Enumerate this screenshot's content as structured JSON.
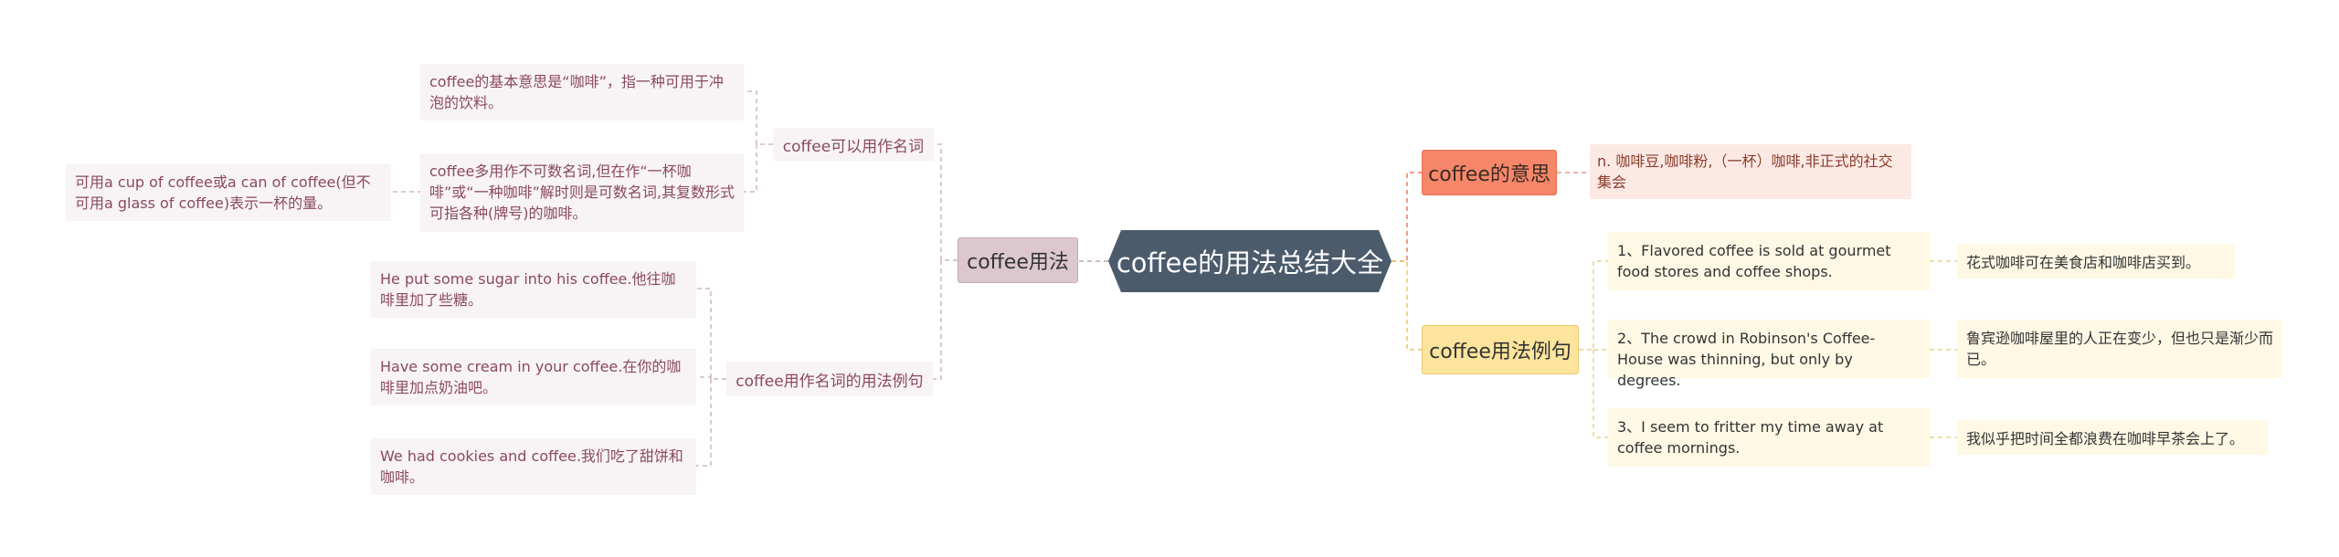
{
  "root": {
    "label": "coffee的用法总结大全"
  },
  "usage": {
    "label": "coffee用法",
    "noun": {
      "label": "coffee可以用作名词",
      "items": [
        "coffee的基本意思是“咖啡”，指一种可用于冲泡的饮料。",
        "coffee多用作不可数名词,但在作“一杯咖啡”或“一种咖啡”解时则是可数名词,其复数形式可指各种(牌号)的咖啡。"
      ],
      "note": "可用a cup of coffee或a can of coffee(但不可用a glass of coffee)表示一杯的量。"
    },
    "examples": {
      "label": "coffee用作名词的用法例句",
      "items": [
        "He put some sugar into his coffee.他往咖啡里加了些糖。",
        "Have some cream in your coffee.在你的咖啡里加点奶油吧。",
        "We had cookies and coffee.我们吃了甜饼和咖啡。"
      ]
    }
  },
  "meaning": {
    "label": "coffee的意思",
    "text": "n. 咖啡豆,咖啡粉,（一杯）咖啡,非正式的社交集会"
  },
  "sentences": {
    "label": "coffee用法例句",
    "items": [
      {
        "en": "1、Flavored coffee is sold at gourmet food stores and coffee shops.",
        "zh": "花式咖啡可在美食店和咖啡店买到。"
      },
      {
        "en": "2、The crowd in Robinson's Coffee-House was thinning, but only by degrees.",
        "zh": "鲁宾逊咖啡屋里的人正在变少，但也只是渐少而已。"
      },
      {
        "en": "3、I seem to fritter my time away at coffee mornings.",
        "zh": "我似乎把时间全都浪费在咖啡早茶会上了。"
      }
    ]
  },
  "colors": {
    "root": "#4b5b6b",
    "usage_branch": "#dcc7cf",
    "meaning_branch": "#f7876a",
    "example_branch": "#fde49c",
    "leaf_pink": "#f8f3f4",
    "leaf_salmon": "#fde9e4",
    "leaf_yellow": "#fff8e5"
  }
}
